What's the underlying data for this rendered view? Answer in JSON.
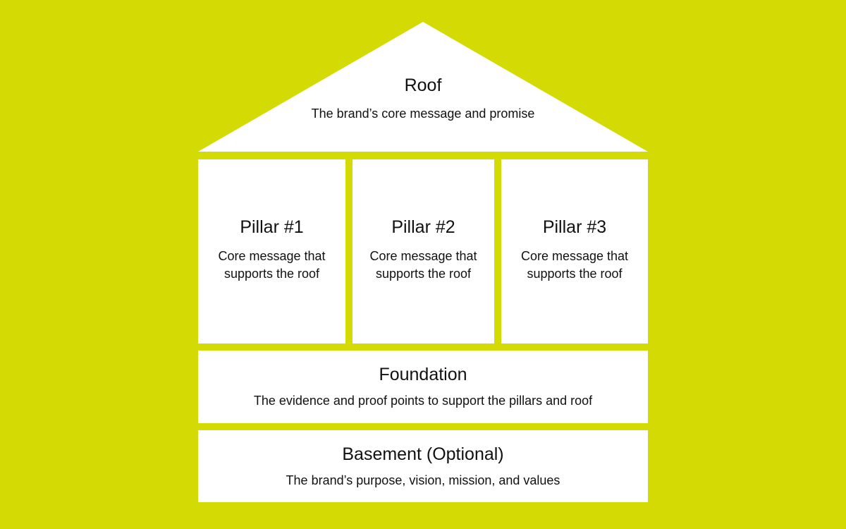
{
  "colors": {
    "background": "#d4da03",
    "shape_fill": "#ffffff",
    "text": "#111111"
  },
  "house": {
    "roof": {
      "title": "Roof",
      "description": "The brand’s core message and promise"
    },
    "pillars": [
      {
        "title": "Pillar #1",
        "description": "Core message that supports the roof"
      },
      {
        "title": "Pillar #2",
        "description": "Core message that supports the roof"
      },
      {
        "title": "Pillar #3",
        "description": "Core message that supports the roof"
      }
    ],
    "foundation": {
      "title": "Foundation",
      "description": "The evidence and proof points to support the pillars and roof"
    },
    "basement": {
      "title": "Basement (Optional)",
      "description": "The brand’s purpose, vision, mission, and values"
    }
  }
}
